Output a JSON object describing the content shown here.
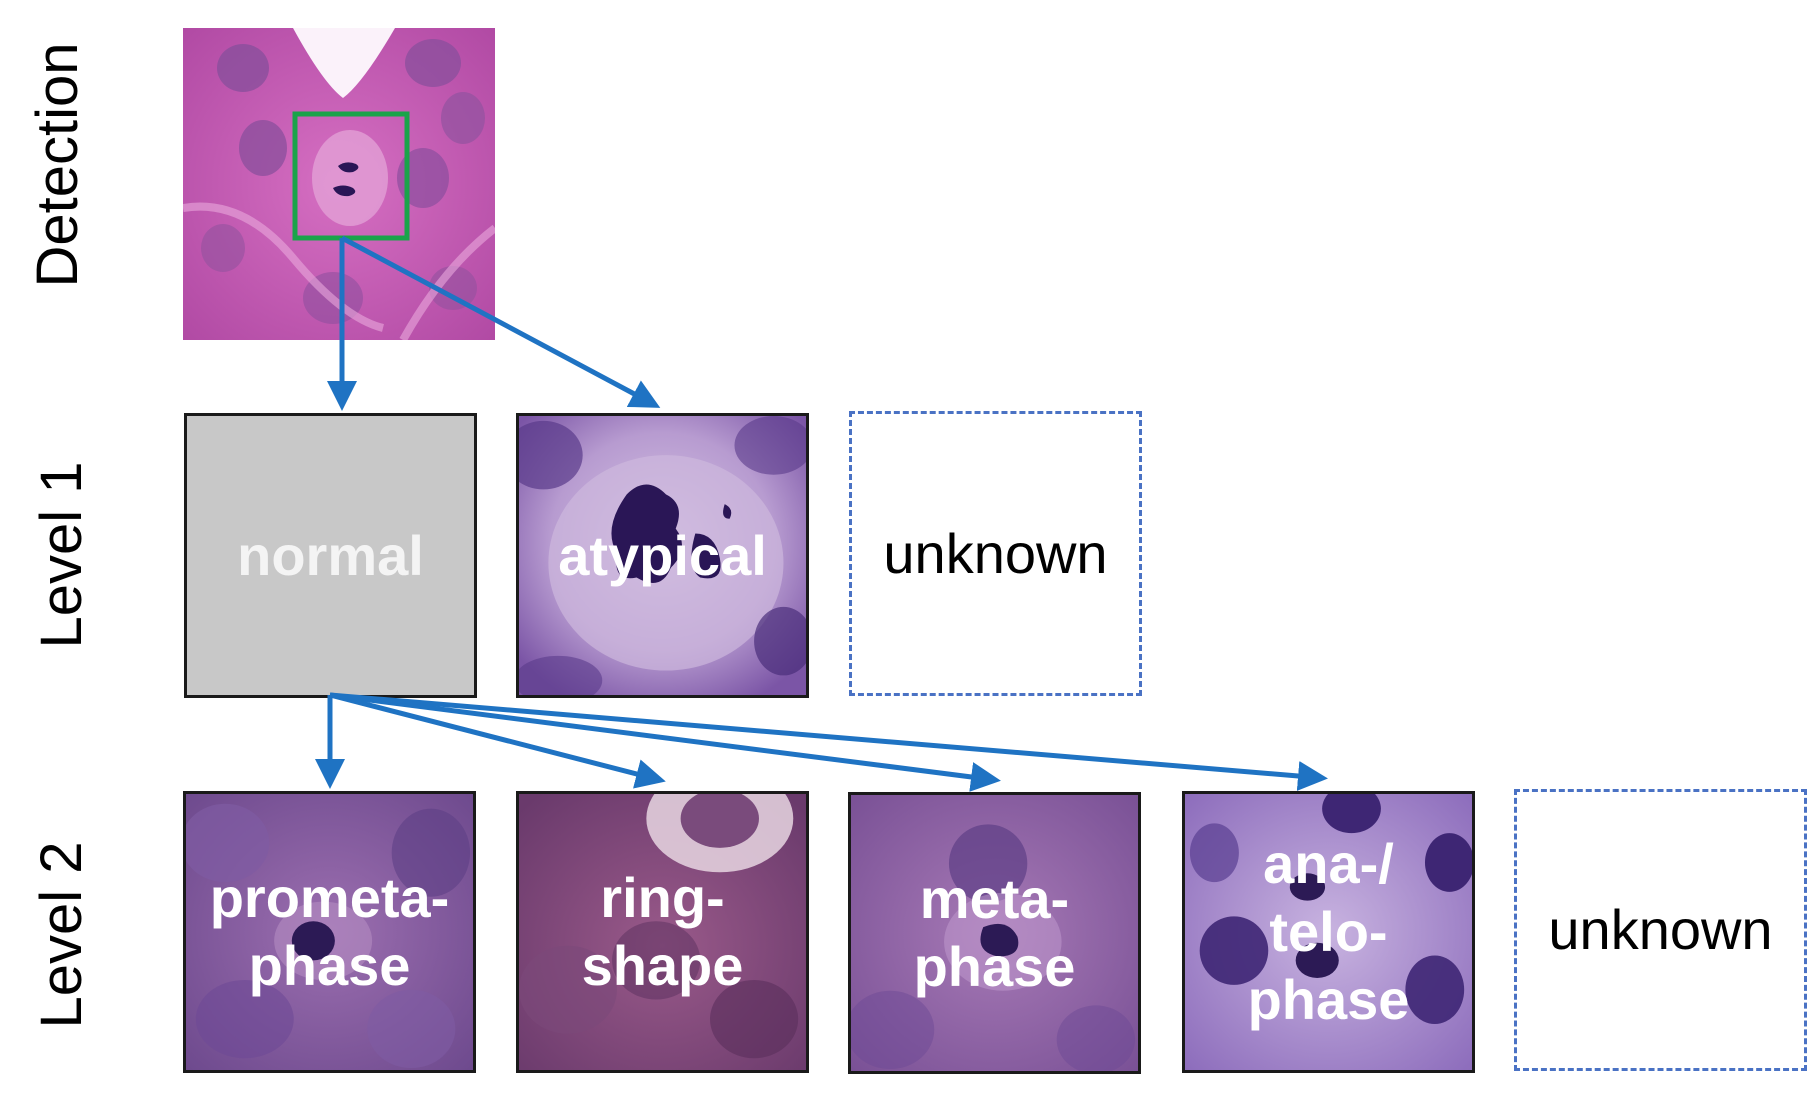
{
  "rows": {
    "detection": "Detection",
    "level1": "Level 1",
    "level2": "Level 2"
  },
  "level1": {
    "normal": "normal",
    "atypical": "atypical",
    "unknown": "unknown"
  },
  "level2": {
    "prometaphase": "prometa-\nphase",
    "ringshape": "ring-\nshape",
    "metaphase": "meta-\nphase",
    "anatelophase": "ana-/\ntelo-\nphase",
    "unknown": "unknown"
  },
  "colors": {
    "arrow": "#1f73c3",
    "detection_box": "#1aa34a",
    "dashed_border": "#4a72c4",
    "normal_fill": "#c8c8c8"
  }
}
